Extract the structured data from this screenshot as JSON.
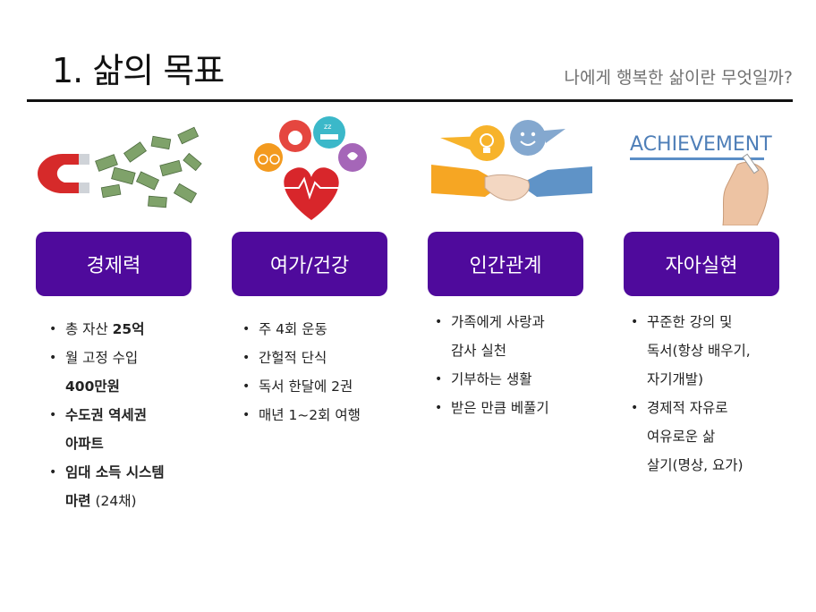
{
  "header": {
    "title": "1. 삶의 목표",
    "subtitle": "나에게 행복한 삶이란 무엇일까?"
  },
  "columns": [
    {
      "heading": "경제력",
      "image_icon": "magnet-money-icon",
      "bullets": [
        {
          "parts": [
            "총 자산 ",
            "25억"
          ]
        },
        {
          "parts": [
            "월 고정 수입",
            "400만원"
          ]
        },
        {
          "parts": [
            "수도권 역세권",
            "아파트"
          ]
        },
        {
          "parts": [
            "임대 소득 시스템",
            "마련",
            " (24채)"
          ]
        }
      ]
    },
    {
      "heading": "여가/건강",
      "image_icon": "heart-health-icon",
      "bullets": [
        "주 4회 운동",
        "간헐적 단식",
        "독서 한달에 2권",
        "매년 1~2회 여행"
      ]
    },
    {
      "heading": "인간관계",
      "image_icon": "handshake-icon",
      "bullets": [
        "가족에게 사랑과",
        "감사 실천",
        "기부하는 생활",
        "받은 만큼 베풀기"
      ]
    },
    {
      "heading": "자아실현",
      "image_icon": "achievement-hand-icon",
      "image_text": "ACHIEVEMENT",
      "bullets": [
        "꾸준한 강의 및",
        "독서(항상 배우기,",
        "자기개발)",
        "경제적 자유로",
        "여유로운 삶",
        "살기(명상, 요가)"
      ]
    }
  ],
  "colors": {
    "card": "#4f0a9c",
    "heart": "#d8262b",
    "apple": "#e5463f",
    "sleep": "#3bb8c9",
    "bike": "#f39a1f",
    "monitor": "#a566b8",
    "hand_orange": "#f6a623",
    "hand_blue": "#5f93c7",
    "bulb_bubble": "#f7b32b",
    "smile_bubble": "#84a8cf"
  }
}
